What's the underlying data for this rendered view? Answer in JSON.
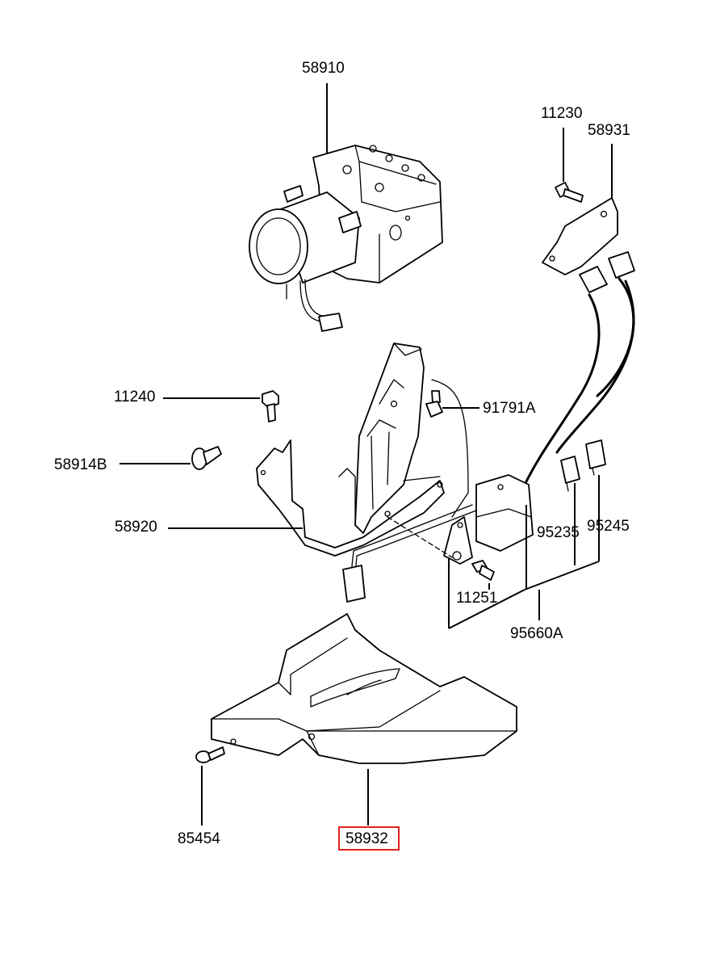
{
  "parts": [
    {
      "key": "p58910",
      "number": "58910"
    },
    {
      "key": "p11230",
      "number": "11230"
    },
    {
      "key": "p58931",
      "number": "58931"
    },
    {
      "key": "p11240",
      "number": "11240"
    },
    {
      "key": "p91791A",
      "number": "91791A"
    },
    {
      "key": "p58914B",
      "number": "58914B"
    },
    {
      "key": "p58920",
      "number": "58920"
    },
    {
      "key": "p95235",
      "number": "95235"
    },
    {
      "key": "p95245",
      "number": "95245"
    },
    {
      "key": "p11251",
      "number": "11251"
    },
    {
      "key": "p95660A",
      "number": "95660A"
    },
    {
      "key": "p85454",
      "number": "85454"
    },
    {
      "key": "p58932",
      "number": "58932",
      "highlighted": true
    }
  ],
  "highlight_color": "#e02020"
}
